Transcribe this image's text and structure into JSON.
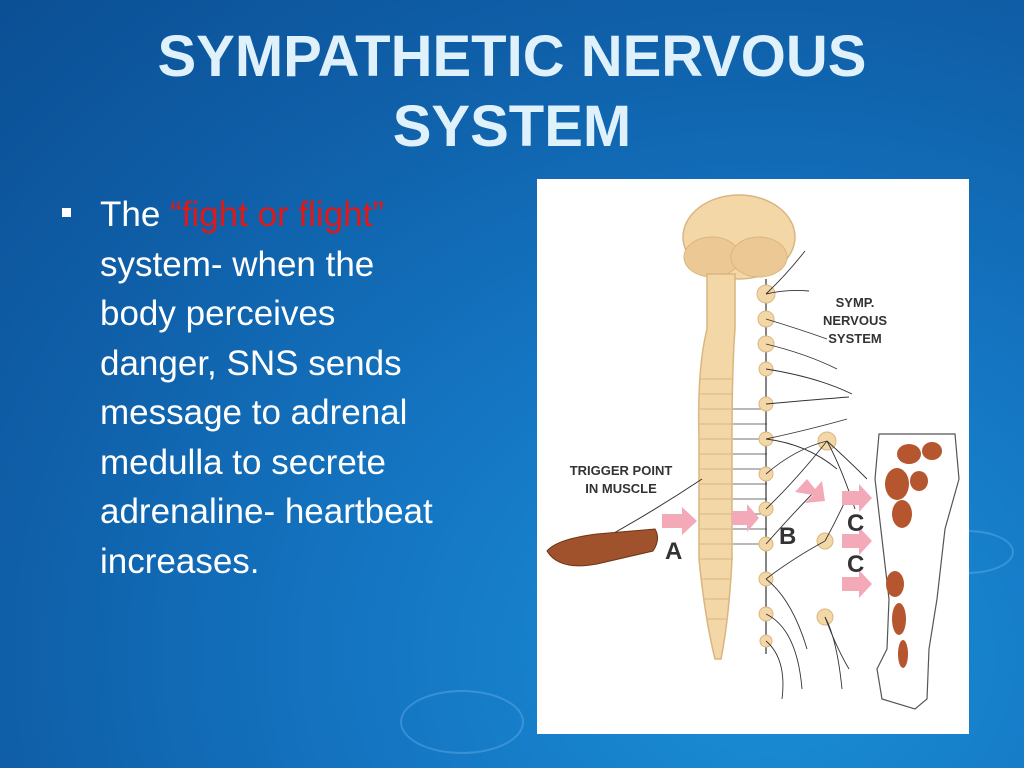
{
  "slide": {
    "title_line1": "SYMPATHETIC NERVOUS",
    "title_line2": "SYSTEM",
    "bullet": {
      "prefix": "The ",
      "highlight": "“fight or flight”",
      "lines": [
        "system- when the",
        "body perceives",
        "danger, SNS sends",
        "message to adrenal",
        "medulla to secrete",
        "adrenaline- heartbeat",
        "increases."
      ]
    }
  },
  "figure": {
    "label_symp_line1": "SYMP.",
    "label_symp_line2": "NERVOUS",
    "label_symp_line3": "SYSTEM",
    "label_trigger_line1": "TRIGGER POINT",
    "label_trigger_line2": "IN MUSCLE",
    "label_a": "A",
    "label_b": "B",
    "label_c1": "C",
    "label_c2": "C"
  },
  "colors": {
    "title": "#dff1fb",
    "highlight": "#e01818",
    "spine": "#f3d7a7",
    "muscle": "#a0522d",
    "arrow": "#f4a9b8"
  }
}
